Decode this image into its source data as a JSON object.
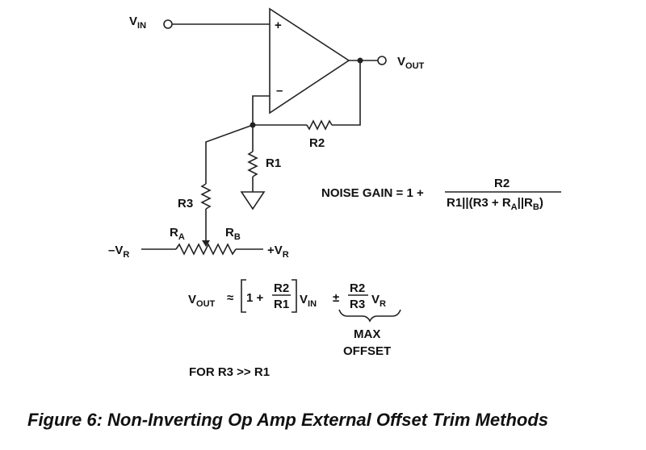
{
  "labels": {
    "vin_main": "V",
    "vin_sub": "IN",
    "vout_main": "V",
    "vout_sub": "OUT",
    "plus_sign": "+",
    "minus_sign": "–",
    "r1": "R1",
    "r2": "R2",
    "r3": "R3",
    "ra_main": "R",
    "ra_sub": "A",
    "rb_main": "R",
    "rb_sub": "B",
    "neg_vr_main": "–V",
    "neg_vr_sub": "R",
    "pos_vr_main": "+V",
    "pos_vr_sub": "R"
  },
  "noise_gain": {
    "lhs": "NOISE GAIN = 1 +",
    "numerator": "R2",
    "den_part1": "R1||(R3 + R",
    "den_sub_a": "A",
    "den_part2": "||R",
    "den_sub_b": "B",
    "den_part3": ")"
  },
  "vout_equation": {
    "v_main": "V",
    "v_sub": "OUT",
    "approx": "≈",
    "one_plus": "1 +",
    "frac1_num": "R2",
    "frac1_den": "R1",
    "vin_main": "V",
    "vin_sub": "IN",
    "plus_minus": "±",
    "frac2_num": "R2",
    "frac2_den": "R3",
    "vr_main": "V",
    "vr_sub": "R"
  },
  "max_offset": {
    "line1": "MAX",
    "line2": "OFFSET"
  },
  "condition": "FOR R3 >> R1",
  "caption": "Figure 6: Non-Inverting Op Amp External Offset Trim Methods"
}
